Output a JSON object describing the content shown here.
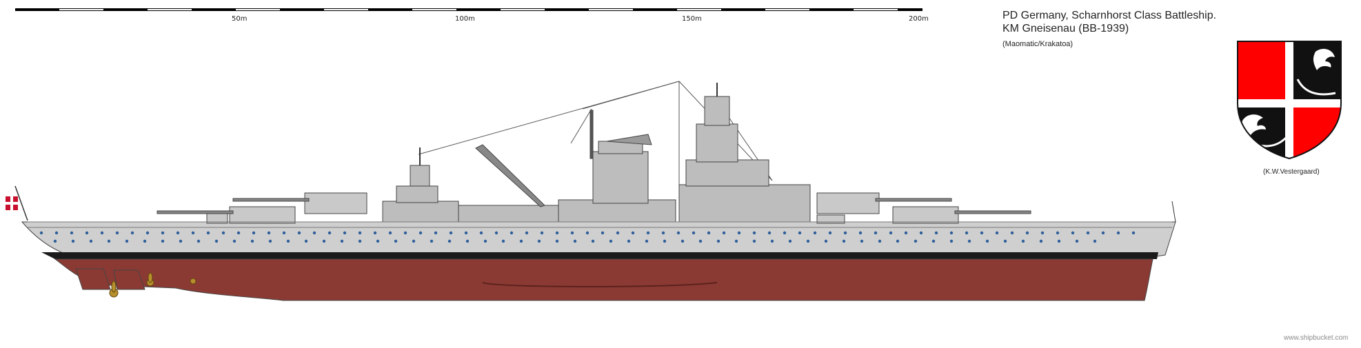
{
  "scale_bar": {
    "labels": [
      "50m",
      "100m",
      "150m",
      "200m"
    ]
  },
  "header": {
    "title_line1": "PD Germany, Scharnhorst Class Battleship.",
    "title_line2": "KM Gneisenau (BB-1939)",
    "credit": "(Maomatic/Krakatoa)"
  },
  "emblem": {
    "credit": "(K.W.Vestergaard)",
    "colors": {
      "red": "#ff0000",
      "black": "#111111",
      "white": "#ffffff"
    }
  },
  "watermark": "www.shipbucket.com",
  "ship": {
    "colors": {
      "hull_upper": "#cfcfcf",
      "hull_lower": "#8b3a33",
      "boot_top": "#1a1a1a",
      "superstructure": "#bdbdbd",
      "portholes": "#2f5f9a",
      "propellers": "#b8902b"
    }
  }
}
